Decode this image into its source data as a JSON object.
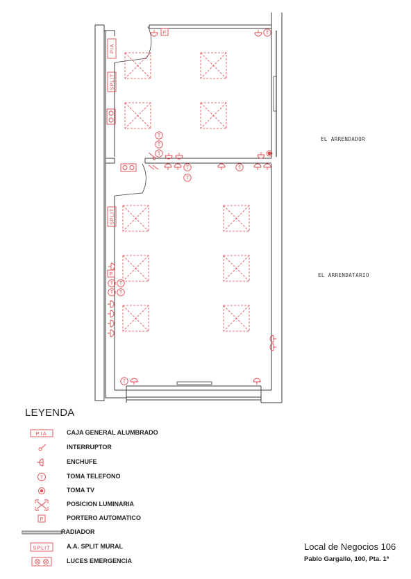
{
  "rooms": {
    "upper": "EL ARRENDADOR",
    "lower": "EL ARRENDATARIO"
  },
  "plan_marks": {
    "pia": "PIA",
    "split": "SPLIT",
    "telefono": "T",
    "portero": "P"
  },
  "legend": {
    "title": "LEYENDA",
    "items": [
      {
        "symbol": "PIA",
        "label": "CAJA GENERAL ALUMBRADO"
      },
      {
        "symbol": "",
        "label": "INTERRUPTOR"
      },
      {
        "symbol": "",
        "label": "ENCHUFE"
      },
      {
        "symbol": "T",
        "label": "TOMA TELEFONO"
      },
      {
        "symbol": "",
        "label": "TOMA TV"
      },
      {
        "symbol": "",
        "label": "POSICION LUMINARIA"
      },
      {
        "symbol": "P",
        "label": "PORTERO AUTOMATICO"
      },
      {
        "symbol": "",
        "label": "RADIADOR"
      },
      {
        "symbol": "SPLIT",
        "label": "A.A. SPLIT MURAL"
      },
      {
        "symbol": "",
        "label": "LUCES EMERGENCIA"
      }
    ]
  },
  "title_block": {
    "name": "Local de Negocios 106",
    "address": "Pablo Gargallo, 100, Pta. 1ª"
  },
  "colors": {
    "line": "#3a3a3a",
    "symbol": "#e0474c"
  }
}
